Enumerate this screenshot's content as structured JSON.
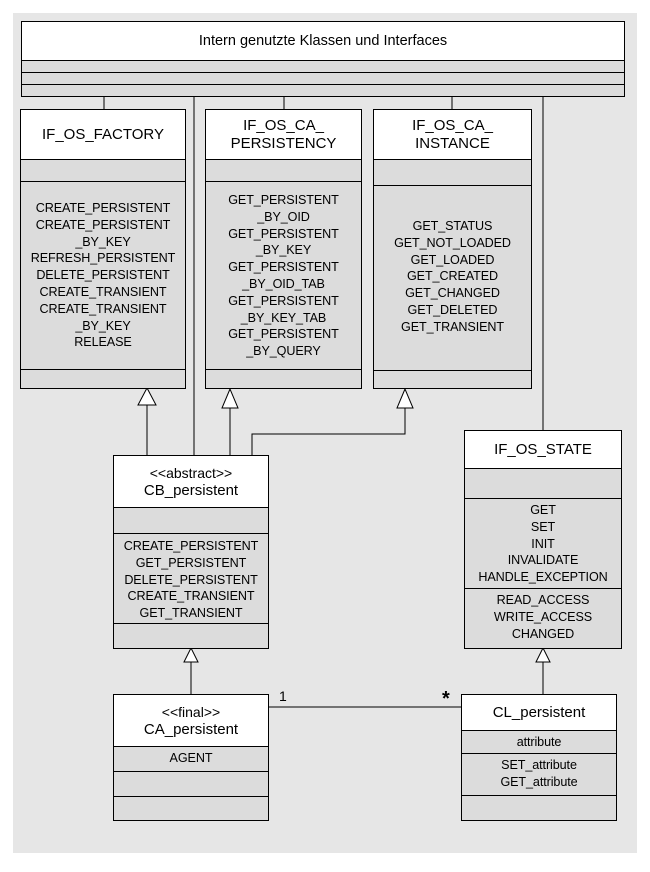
{
  "package": {
    "title": "Intern genutzte Klassen und Interfaces"
  },
  "if_os_factory": {
    "name": [
      "IF_OS_FACTORY"
    ],
    "methods": [
      "CREATE_PERSISTENT",
      "CREATE_PERSISTENT",
      "_BY_KEY",
      "REFRESH_PERSISTENT",
      "DELETE_PERSISTENT",
      "CREATE_TRANSIENT",
      "CREATE_TRANSIENT",
      "_BY_KEY",
      "RELEASE"
    ]
  },
  "if_os_ca_persistency": {
    "name": [
      "IF_OS_CA_",
      "PERSISTENCY"
    ],
    "methods": [
      "GET_PERSISTENT",
      "_BY_OID",
      "GET_PERSISTENT",
      "_BY_KEY",
      "GET_PERSISTENT",
      "_BY_OID_TAB",
      "GET_PERSISTENT",
      "_BY_KEY_TAB",
      "GET_PERSISTENT",
      "_BY_QUERY"
    ]
  },
  "if_os_ca_instance": {
    "name": [
      "IF_OS_CA_",
      "INSTANCE"
    ],
    "methods": [
      "GET_STATUS",
      "GET_NOT_LOADED",
      "GET_LOADED",
      "GET_CREATED",
      "GET_CHANGED",
      "GET_DELETED",
      "GET_TRANSIENT"
    ]
  },
  "if_os_state": {
    "name": [
      "IF_OS_STATE"
    ],
    "methods": [
      "GET",
      "SET",
      "INIT",
      "INVALIDATE",
      "HANDLE_EXCEPTION"
    ],
    "events": [
      "READ_ACCESS",
      "WRITE_ACCESS",
      "CHANGED"
    ]
  },
  "cb_persistent": {
    "stereotype": "<<abstract>>",
    "name": "CB_persistent",
    "methods": [
      "CREATE_PERSISTENT",
      "GET_PERSISTENT",
      "DELETE_PERSISTENT",
      "CREATE_TRANSIENT",
      "GET_TRANSIENT"
    ]
  },
  "ca_persistent": {
    "stereotype": "<<final>>",
    "name": "CA_persistent",
    "attributes": [
      "AGENT"
    ]
  },
  "cl_persistent": {
    "name": "CL_persistent",
    "attributes": [
      "attribute"
    ],
    "methods": [
      "SET_attribute",
      "GET_attribute"
    ]
  },
  "association": {
    "ca_end": "1",
    "cl_end": "*"
  }
}
